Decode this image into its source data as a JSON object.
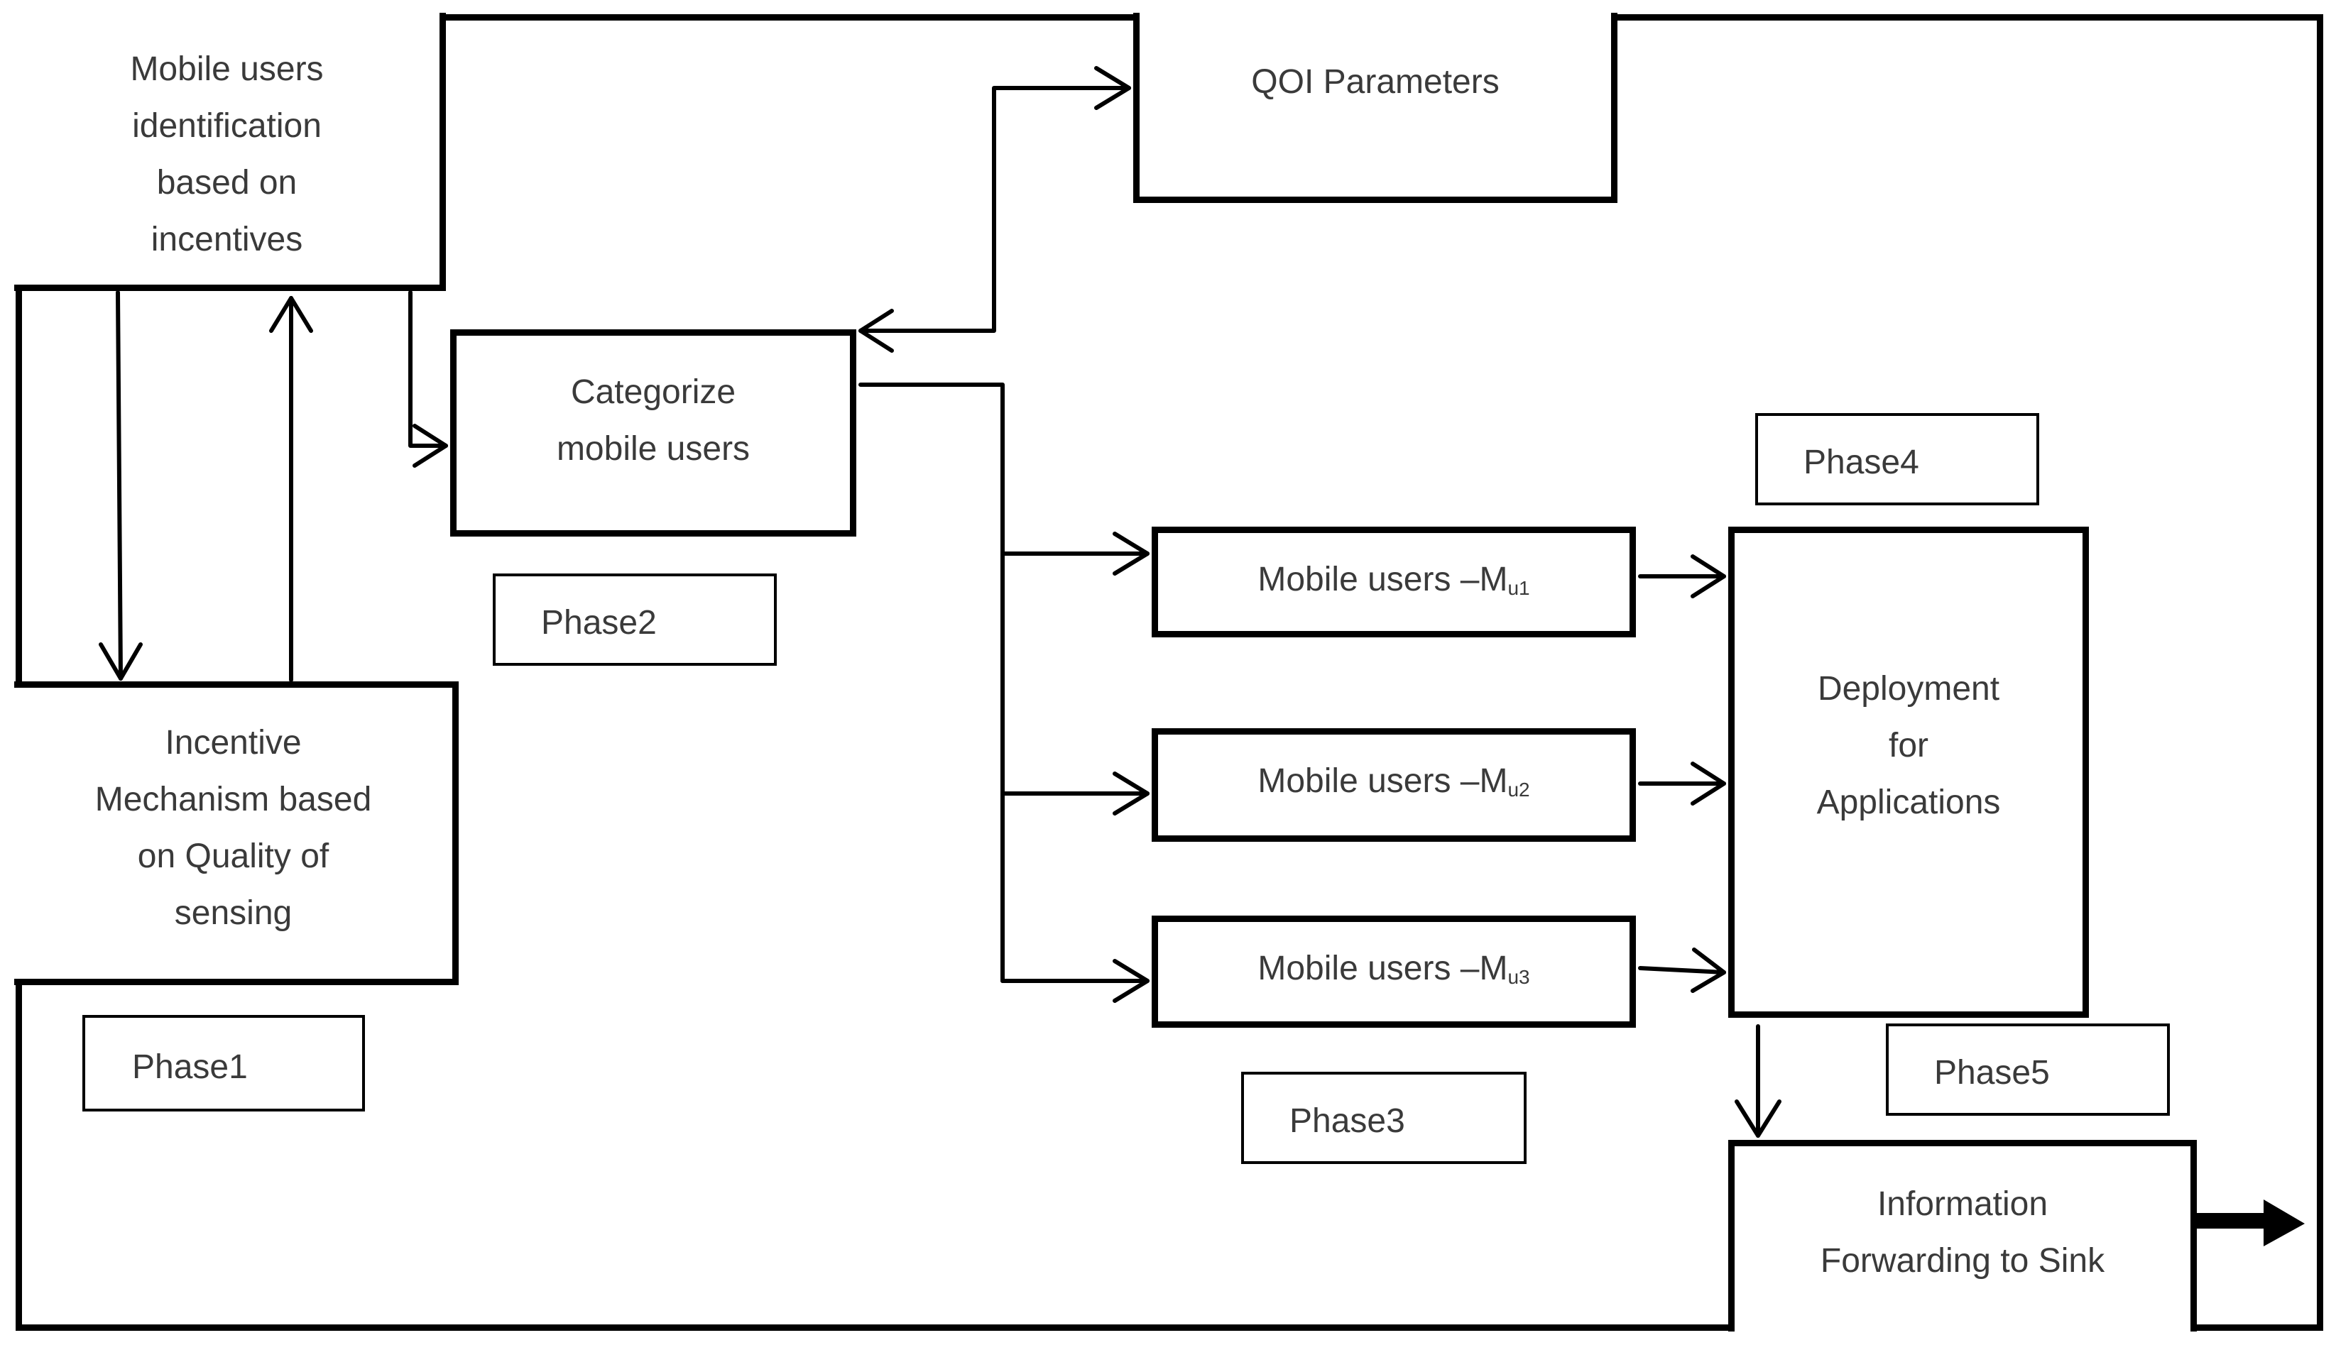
{
  "diagram": {
    "boxes": {
      "mobile_users_identification": [
        "Mobile users",
        "identification",
        "based on",
        "incentives"
      ],
      "incentive_mechanism": [
        "Incentive",
        "Mechanism based",
        "on Quality of",
        "sensing"
      ],
      "categorize": [
        "Categorize",
        "mobile users"
      ],
      "qoi": "QOI Parameters",
      "mu1": {
        "text": "Mobile users –M",
        "sub": "u1"
      },
      "mu2": {
        "text": "Mobile users –M",
        "sub": "u2"
      },
      "mu3": {
        "text": "Mobile users –M",
        "sub": "u3"
      },
      "deployment": [
        "Deployment",
        "for",
        "Applications"
      ],
      "information": [
        "Information",
        "Forwarding to Sink"
      ]
    },
    "phases": {
      "phase1": "Phase1",
      "phase2": "Phase2",
      "phase3": "Phase3",
      "phase4": "Phase4",
      "phase5": "Phase5"
    }
  }
}
